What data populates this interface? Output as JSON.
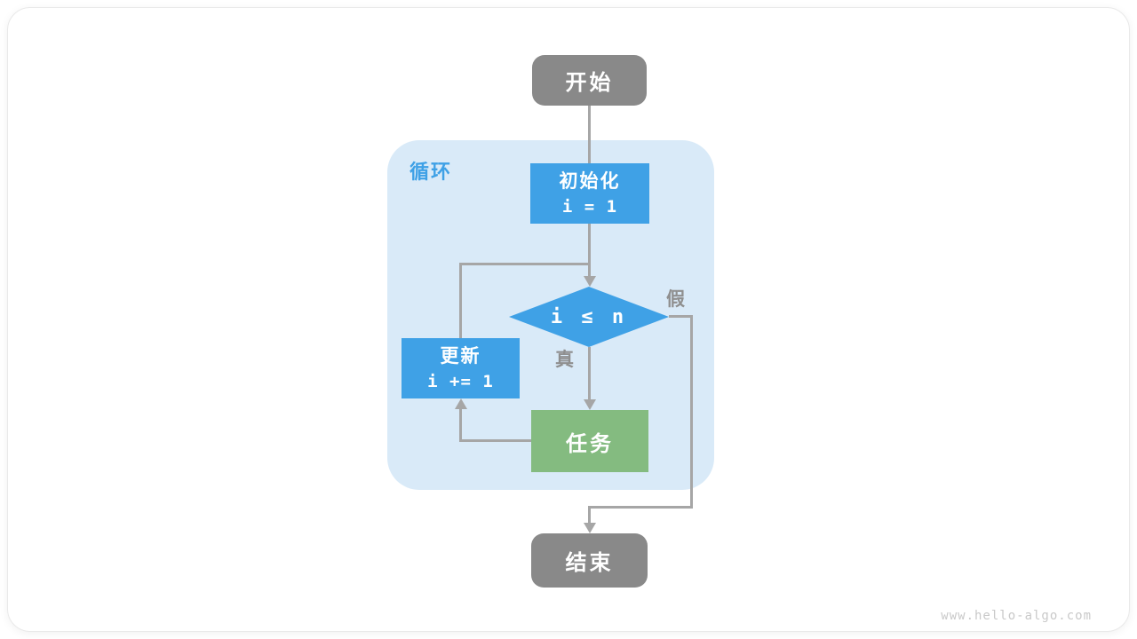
{
  "diagram": {
    "start_label": "开始",
    "loop_label": "循环",
    "init_title": "初始化",
    "init_code": "i = 1",
    "condition_label": "i ≤ n",
    "false_label": "假",
    "true_label": "真",
    "update_title": "更新",
    "update_code": "i += 1",
    "task_label": "任务",
    "end_label": "结束"
  },
  "watermark": "www.hello-algo.com",
  "colors": {
    "node_blue": "#3fa1e6",
    "node_green": "#84bb80",
    "node_gray": "#898989",
    "loop_container_bg": "#d9eaf8",
    "arrow_gray": "#a6a6a6",
    "branch_label_gray": "#8f8f8f",
    "loop_label_blue": "#3fa1e6",
    "watermark_gray": "#c9c9c9"
  }
}
